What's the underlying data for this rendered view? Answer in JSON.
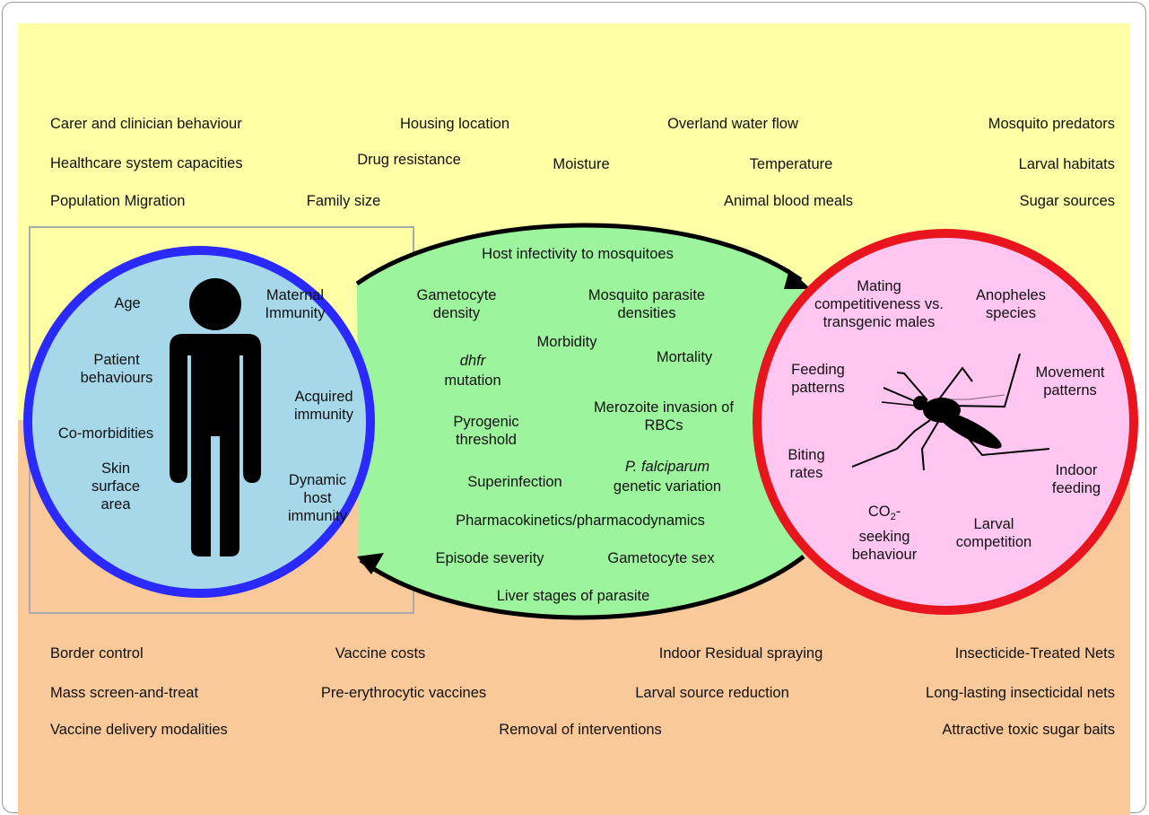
{
  "environment_factors": {
    "row1": [
      "Carer and clinician behaviour",
      "Housing location",
      "Overland water flow",
      "Mosquito predators"
    ],
    "row2": [
      "Healthcare system capacities",
      "Drug resistance",
      "Moisture",
      "Temperature",
      "Larval habitats"
    ],
    "row3": [
      "Population Migration",
      "Family size",
      "Animal blood meals",
      "Sugar sources"
    ]
  },
  "interventions": {
    "row1": [
      "Border control",
      "Vaccine costs",
      "Indoor Residual spraying",
      "Insecticide-Treated Nets"
    ],
    "row2": [
      "Mass screen-and-treat",
      "Pre-erythrocytic vaccines",
      "Larval source reduction",
      "Long-lasting insecticidal nets"
    ],
    "row3": [
      "Vaccine delivery modalities",
      "Removal of interventions",
      "Attractive toxic sugar baits"
    ]
  },
  "human_factors": {
    "age": "Age",
    "patient_behaviours": "Patient behaviours",
    "co_morbidities": "Co-morbidities",
    "skin_surface_area": "Skin surface area",
    "maternal_immunity": "Maternal Immunity",
    "acquired_immunity": "Acquired immunity",
    "dynamic_host_immunity": "Dynamic host immunity"
  },
  "parasite_factors": {
    "host_infectivity": "Host infectivity to mosquitoes",
    "gametocyte_density": "Gametocyte density",
    "mosquito_parasite_densities": "Mosquito parasite densities",
    "morbidity": "Morbidity",
    "dhfr": "dhfr",
    "mutation": "mutation",
    "mortality": "Mortality",
    "merozoite_invasion": "Merozoite invasion of RBCs",
    "pyrogenic_threshold": "Pyrogenic threshold",
    "superinfection": "Superinfection",
    "p_falciparum": "P. falciparum",
    "genetic_variation": "genetic variation",
    "pkpd": "Pharmacokinetics/pharmacodynamics",
    "episode_severity": "Episode severity",
    "gametocyte_sex": "Gametocyte sex",
    "liver_stages": "Liver stages of parasite"
  },
  "mosquito_factors": {
    "mating_competitiveness": "Mating competitiveness vs. transgenic males",
    "anopheles_species": "Anopheles species",
    "feeding_patterns": "Feeding patterns",
    "movement_patterns": "Movement patterns",
    "biting_rates": "Biting rates",
    "indoor_feeding": "Indoor feeding",
    "co2": "CO",
    "co2_sub": "2",
    "co2_suffix": "-",
    "seeking_behaviour": "seeking behaviour",
    "larval_competition": "Larval competition"
  },
  "colors": {
    "top_band": "#ffffa6",
    "bottom_band": "#f9c99a",
    "human_circle_fill": "#a6d8ea",
    "human_circle_ring": "#2a2aff",
    "parasite_fill": "#9cf59c",
    "mosquito_circle_fill": "#ffc6f2",
    "mosquito_circle_ring": "#e8141e",
    "arrow": "#000000"
  },
  "icons": [
    "human-silhouette-icon",
    "mosquito-silhouette-icon"
  ]
}
